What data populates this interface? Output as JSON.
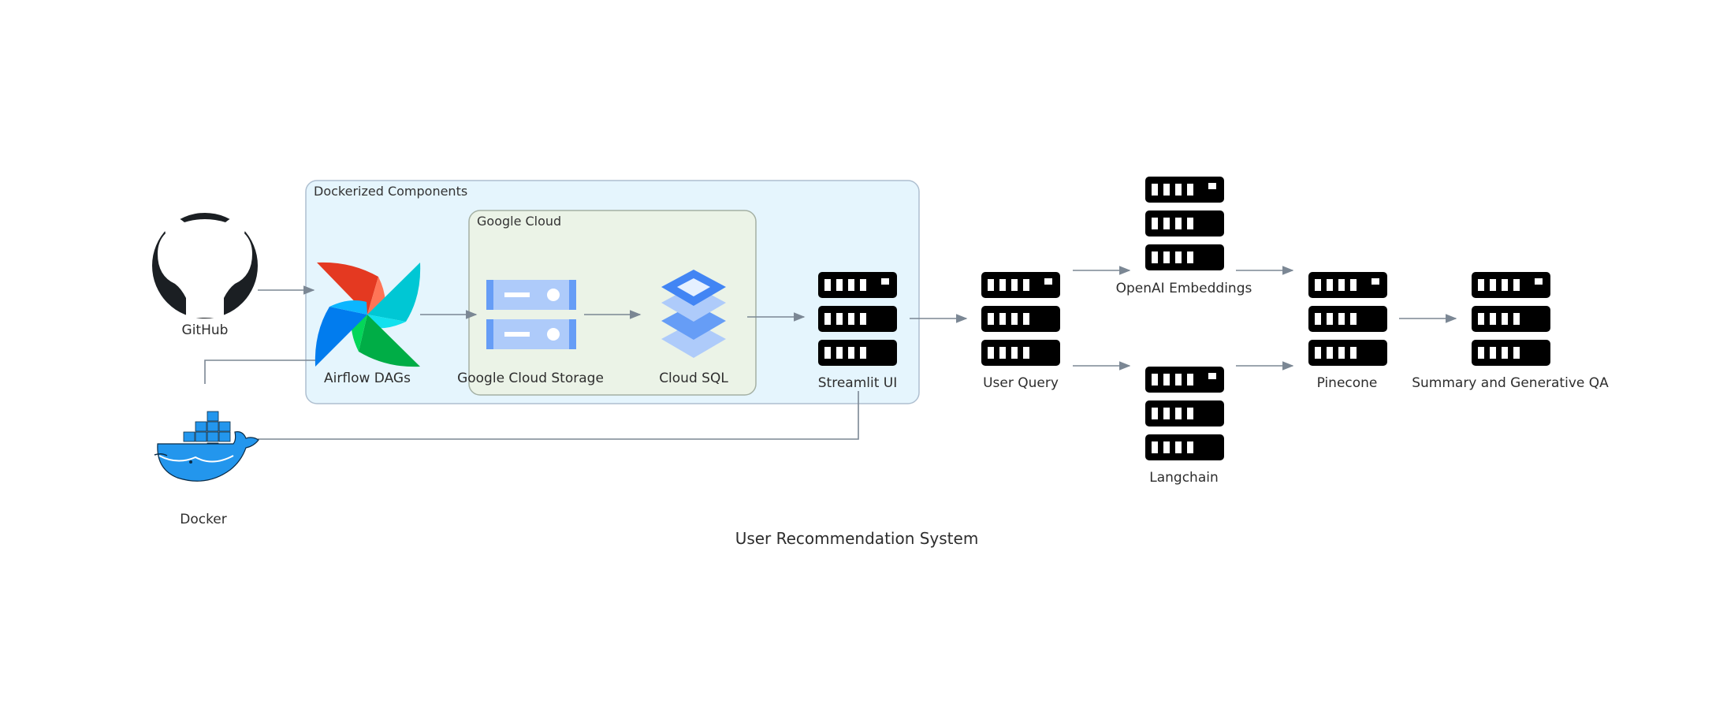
{
  "diagram": {
    "title": "User Recommendation System",
    "clusters": {
      "dockerized": "Dockerized Components",
      "gcloud": "Google Cloud"
    },
    "nodes": {
      "github": {
        "label": "GitHub",
        "icon": "github-icon"
      },
      "airflow": {
        "label": "Airflow DAGs",
        "icon": "airflow-pinwheel-icon"
      },
      "gcs": {
        "label": "Google Cloud Storage",
        "icon": "cloud-storage-icon"
      },
      "cloudsql": {
        "label": "Cloud SQL",
        "icon": "cloud-sql-stack-icon"
      },
      "streamlit": {
        "label": "Streamlit UI",
        "icon": "server-rack-icon"
      },
      "docker": {
        "label": "Docker",
        "icon": "docker-whale-icon"
      },
      "userquery": {
        "label": "User Query",
        "icon": "server-rack-icon"
      },
      "openai": {
        "label": "OpenAI Embeddings",
        "icon": "server-rack-icon"
      },
      "langchain": {
        "label": "Langchain",
        "icon": "server-rack-icon"
      },
      "pinecone": {
        "label": "Pinecone",
        "icon": "server-rack-icon"
      },
      "summary": {
        "label": "Summary and Generative QA",
        "icon": "server-rack-icon"
      }
    },
    "edges": [
      {
        "from": "GitHub",
        "to": "Airflow DAGs",
        "arrow": true
      },
      {
        "from": "Airflow DAGs",
        "to": "Google Cloud Storage",
        "arrow": true
      },
      {
        "from": "Google Cloud Storage",
        "to": "Cloud SQL",
        "arrow": true
      },
      {
        "from": "Cloud SQL",
        "to": "Streamlit UI",
        "arrow": true
      },
      {
        "from": "Streamlit UI",
        "to": "User Query",
        "arrow": true
      },
      {
        "from": "User Query",
        "to": "OpenAI Embeddings",
        "arrow": true
      },
      {
        "from": "User Query",
        "to": "Langchain",
        "arrow": true
      },
      {
        "from": "OpenAI Embeddings",
        "to": "Pinecone",
        "arrow": true
      },
      {
        "from": "Langchain",
        "to": "Pinecone",
        "arrow": true
      },
      {
        "from": "Pinecone",
        "to": "Summary and Generative QA",
        "arrow": true
      },
      {
        "from": "Docker",
        "to": "Airflow DAGs",
        "arrow": false
      },
      {
        "from": "Docker",
        "to": "Streamlit UI",
        "arrow": false
      }
    ],
    "colors": {
      "dockerized_fill": "#e5f5fd",
      "dockerized_border": "#aebfd0",
      "gcloud_fill": "#ebf3e7",
      "gcloud_border": "#a4b0a4",
      "edge": "#7b8794",
      "server": "#000000",
      "gcp_blue": "#4a86e8",
      "gcp_light_blue": "#aecbfa",
      "docker_blue": "#2396ed"
    }
  }
}
